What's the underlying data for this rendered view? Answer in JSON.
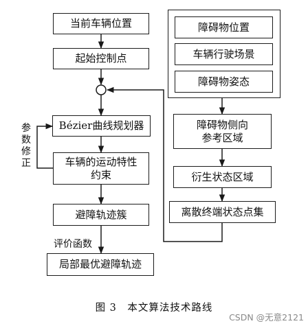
{
  "nodes": {
    "current_position": "当前车辆位置",
    "start_control_point": "起始控制点",
    "bezier_planner": "Bézier曲线规划器",
    "constraint_line1": "车辆的运动特性",
    "constraint_line2": "约束",
    "trajectory_cluster": "避障轨迹簇",
    "optimal_trajectory": "局部最优避障轨迹",
    "obstacle_position": "障碍物位置",
    "driving_scenario": "车辆行驶场景",
    "obstacle_pose": "障碍物姿态",
    "lateral_ref_line1": "障碍物侧向",
    "lateral_ref_line2": "参考区域",
    "derived_state_region": "衍生状态区域",
    "discrete_endpoint_set": "离散终端状态点集"
  },
  "labels": {
    "param_correction": [
      "参",
      "数",
      "修",
      "正"
    ],
    "evaluation_function": "评价函数"
  },
  "caption": "图 3　本文算法技术路线",
  "watermark": "CSDN @无意2121"
}
